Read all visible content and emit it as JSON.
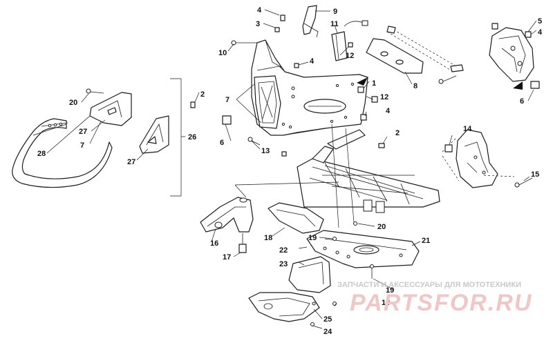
{
  "diagram": {
    "callouts": [
      {
        "id": "c4a",
        "text": "4"
      },
      {
        "id": "c3",
        "text": "3"
      },
      {
        "id": "c9",
        "text": "9"
      },
      {
        "id": "c11",
        "text": "11"
      },
      {
        "id": "c10",
        "text": "10"
      },
      {
        "id": "c12a",
        "text": "12"
      },
      {
        "id": "c4b",
        "text": "4"
      },
      {
        "id": "c1",
        "text": "1"
      },
      {
        "id": "c8",
        "text": "8"
      },
      {
        "id": "c5",
        "text": "5"
      },
      {
        "id": "c4c",
        "text": "4"
      },
      {
        "id": "c6a",
        "text": "6"
      },
      {
        "id": "c2a",
        "text": "2"
      },
      {
        "id": "c20a",
        "text": "20"
      },
      {
        "id": "c7a",
        "text": "7"
      },
      {
        "id": "c12b",
        "text": "12"
      },
      {
        "id": "c4d",
        "text": "4"
      },
      {
        "id": "c27a",
        "text": "27"
      },
      {
        "id": "c7b",
        "text": "7"
      },
      {
        "id": "c26",
        "text": "26"
      },
      {
        "id": "c28",
        "text": "28"
      },
      {
        "id": "c27b",
        "text": "27"
      },
      {
        "id": "c6b",
        "text": "6"
      },
      {
        "id": "c13a",
        "text": "13"
      },
      {
        "id": "c2b",
        "text": "2"
      },
      {
        "id": "c14",
        "text": "14"
      },
      {
        "id": "c15",
        "text": "15"
      },
      {
        "id": "c16",
        "text": "16"
      },
      {
        "id": "c17",
        "text": "17"
      },
      {
        "id": "c18",
        "text": "18"
      },
      {
        "id": "c19a",
        "text": "19"
      },
      {
        "id": "c20b",
        "text": "20"
      },
      {
        "id": "c22",
        "text": "22"
      },
      {
        "id": "c21",
        "text": "21"
      },
      {
        "id": "c23",
        "text": "23"
      },
      {
        "id": "c19b",
        "text": "19"
      },
      {
        "id": "c13b",
        "text": "13"
      },
      {
        "id": "c25",
        "text": "25"
      },
      {
        "id": "c24",
        "text": "24"
      }
    ]
  },
  "watermark": {
    "caption": "ЗАПЧАСТИ И АКСЕССУАРЫ ДЛЯ МОТОТЕХНИКИ",
    "brand": "PARTSFOR.RU"
  }
}
